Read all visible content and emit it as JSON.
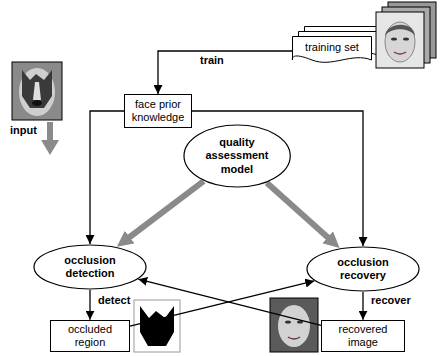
{
  "diagram": {
    "nodes": [
      {
        "text": [
          "training set"
        ]
      },
      {
        "text": [
          "face prior knowledge"
        ]
      },
      {
        "text": [
          "quality assessment model"
        ]
      },
      {
        "text": [
          "occlusion detection"
        ]
      },
      {
        "text": [
          "occlusion recovery"
        ]
      },
      {
        "text": [
          "occluded region"
        ]
      },
      {
        "text": [
          "recovered image"
        ]
      }
    ],
    "edges": [
      {
        "from": 0,
        "to": 1,
        "label": "train",
        "arrow": "to"
      },
      {
        "from": 1,
        "to": 3,
        "arrow": "to"
      },
      {
        "from": 1,
        "to": 4,
        "arrow": "to"
      },
      {
        "from": 2,
        "to": 3,
        "arrow": "to"
      },
      {
        "from": 2,
        "to": 4,
        "arrow": "to"
      },
      {
        "from": 3,
        "to": 5,
        "label": "detect",
        "arrow": "to"
      },
      {
        "from": 4,
        "to": 6,
        "label": "recover",
        "arrow": "to"
      },
      {
        "from": 5,
        "to": 4,
        "arrow": "to"
      },
      {
        "from": 6,
        "to": 3,
        "arrow": "to"
      }
    ],
    "labels": [
      "input"
    ]
  }
}
